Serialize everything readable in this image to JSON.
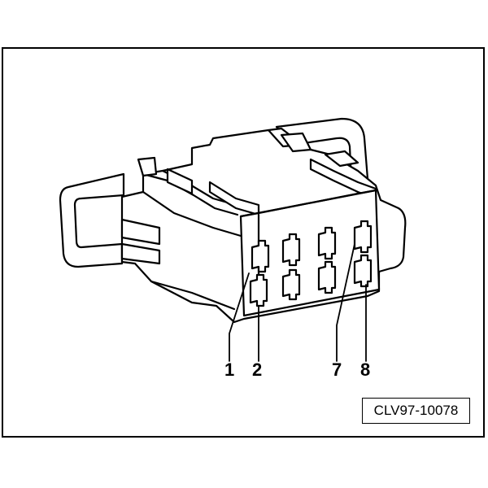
{
  "pins": {
    "p1": "1",
    "p2": "2",
    "p7": "7",
    "p8": "8"
  },
  "figure_code": "CLV97-10078",
  "colors": {
    "line": "#000000",
    "background": "#ffffff"
  }
}
